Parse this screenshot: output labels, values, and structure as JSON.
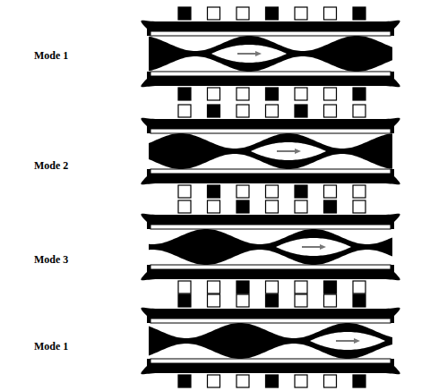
{
  "diagram": {
    "labels": [
      "Mode 1",
      "Mode 2",
      "Mode 3",
      "Mode 1"
    ]
  }
}
